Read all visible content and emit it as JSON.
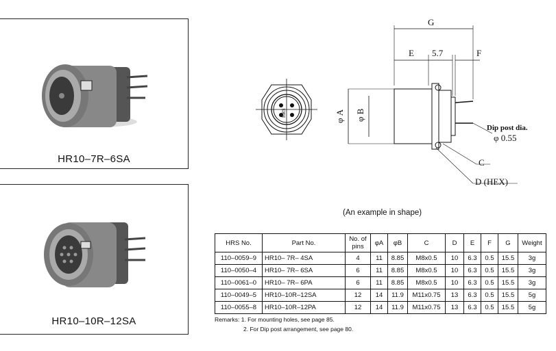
{
  "products": [
    {
      "caption": "HR10–7R–6SA"
    },
    {
      "caption": "HR10–10R–12SA"
    }
  ],
  "drawing": {
    "dims": {
      "g": "G",
      "e": "E",
      "val57": "5.7",
      "f": "F",
      "a": "φ A",
      "b": "φ B",
      "c": "C",
      "d": "D (HEX)"
    },
    "dip_label": "Dip post dia.",
    "dip_value": "φ 0.55",
    "face_mark": "HRS"
  },
  "example_caption": "(An example in shape)",
  "table": {
    "headers": [
      "HRS No.",
      "Part No.",
      "No. of pins",
      "φA",
      "φB",
      "C",
      "D",
      "E",
      "F",
      "G",
      "Weight"
    ],
    "rows": [
      [
        "110–0059–9",
        "HR10– 7R– 4SA",
        "4",
        "11",
        "8.85",
        "M8x0.5",
        "10",
        "6.3",
        "0.5",
        "15.5",
        "3g"
      ],
      [
        "110–0050–4",
        "HR10– 7R– 6SA",
        "6",
        "11",
        "8.85",
        "M8x0.5",
        "10",
        "6.3",
        "0.5",
        "15.5",
        "3g"
      ],
      [
        "110–0061–0",
        "HR10– 7R– 6PA",
        "6",
        "11",
        "8.85",
        "M8x0.5",
        "10",
        "6.3",
        "0.5",
        "15.5",
        "3g"
      ],
      [
        "110–0049–5",
        "HR10–10R–12SA",
        "12",
        "14",
        "11.9",
        "M11x0.75",
        "13",
        "6.3",
        "0.5",
        "15.5",
        "5g"
      ],
      [
        "110–0055–8",
        "HR10–10R–12PA",
        "12",
        "14",
        "11.9",
        "M11x0.75",
        "13",
        "6.3",
        "0.5",
        "15.5",
        "5g"
      ]
    ]
  },
  "remarks": {
    "line1": "Remarks: 1.  For mounting holes, see page 85.",
    "line2": "2.  For Dip post arrangement, see page 80."
  }
}
